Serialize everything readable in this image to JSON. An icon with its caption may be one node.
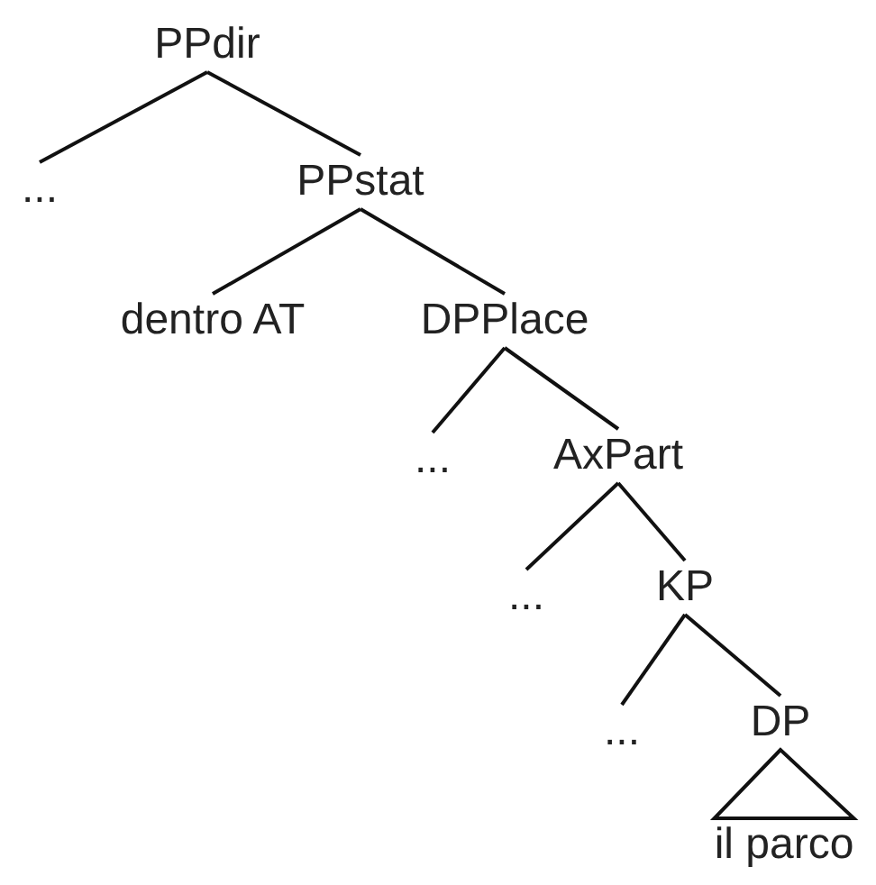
{
  "diagram": {
    "nodes": [
      {
        "text": [
          "PPdir"
        ]
      },
      {
        "text": [
          "..."
        ]
      },
      {
        "text": [
          "PPstat"
        ]
      },
      {
        "text": [
          "dentro AT"
        ]
      },
      {
        "text": [
          "DPPlace"
        ]
      },
      {
        "text": [
          "..."
        ]
      },
      {
        "text": [
          "AxPart"
        ]
      },
      {
        "text": [
          "..."
        ]
      },
      {
        "text": [
          "KP"
        ]
      },
      {
        "text": [
          "..."
        ]
      },
      {
        "text": [
          "DP"
        ]
      },
      {
        "text": [
          "il parco"
        ]
      }
    ],
    "edges": [
      {
        "from": 0,
        "to": 1,
        "arrow": "none"
      },
      {
        "from": 0,
        "to": 2,
        "arrow": "none"
      },
      {
        "from": 2,
        "to": 3,
        "arrow": "none"
      },
      {
        "from": 2,
        "to": 4,
        "arrow": "none"
      },
      {
        "from": 4,
        "to": 5,
        "arrow": "none"
      },
      {
        "from": 4,
        "to": 6,
        "arrow": "none"
      },
      {
        "from": 6,
        "to": 7,
        "arrow": "none"
      },
      {
        "from": 6,
        "to": 8,
        "arrow": "none"
      },
      {
        "from": 8,
        "to": 9,
        "arrow": "none"
      },
      {
        "from": 8,
        "to": 10,
        "arrow": "none"
      },
      {
        "from": 10,
        "to": 11,
        "arrow": "none"
      }
    ]
  }
}
